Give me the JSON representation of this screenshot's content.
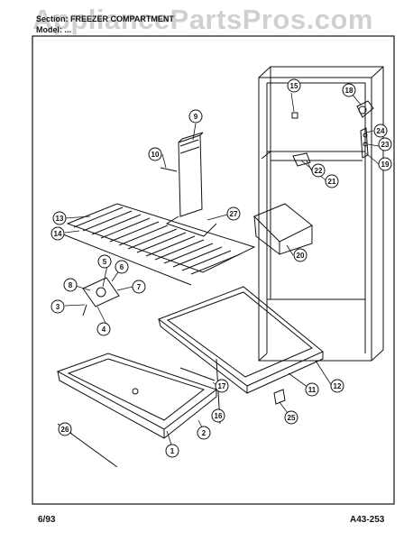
{
  "watermark": "AppliancePartsPros.com",
  "header": {
    "section": "Section: FREEZER COMPARTMENT",
    "model": "Model: ..."
  },
  "footer": {
    "date": "6/93",
    "code": "A43-253"
  },
  "callouts": [
    "1",
    "2",
    "3",
    "4",
    "5",
    "6",
    "7",
    "8",
    "9",
    "10",
    "11",
    "12",
    "13",
    "14",
    "15",
    "16",
    "17",
    "18",
    "19",
    "20",
    "21",
    "22",
    "23",
    "24",
    "25",
    "26",
    "27"
  ]
}
